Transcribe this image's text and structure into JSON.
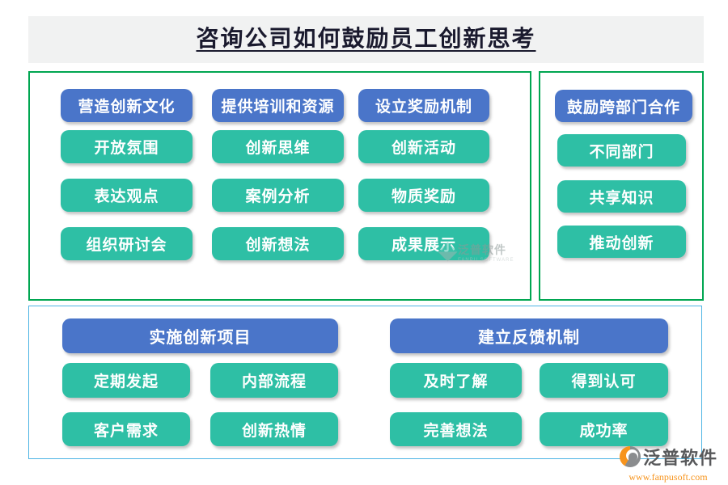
{
  "title": "咨询公司如何鼓励员工创新思考",
  "top_left_panel": {
    "columns": [
      {
        "header": "营造创新文化",
        "items": [
          "开放氛围",
          "表达观点",
          "组织研讨会"
        ]
      },
      {
        "header": "提供培训和资源",
        "items": [
          "创新思维",
          "案例分析",
          "创新想法"
        ]
      },
      {
        "header": "设立奖励机制",
        "items": [
          "创新活动",
          "物质奖励",
          "成果展示"
        ]
      }
    ]
  },
  "top_right_panel": {
    "header": "鼓励跨部门合作",
    "items": [
      "不同部门",
      "共享知识",
      "推动创新"
    ]
  },
  "bottom_panel": {
    "sections": [
      {
        "header": "实施创新项目",
        "items": [
          "定期发起",
          "内部流程",
          "客户需求",
          "创新热情"
        ]
      },
      {
        "header": "建立反馈机制",
        "items": [
          "及时了解",
          "得到认可",
          "完善想法",
          "成功率"
        ]
      }
    ]
  },
  "watermark": {
    "text": "泛普软件",
    "subtext": "FANPU SOFTWARE"
  },
  "brand": {
    "logo_text": "泛普软件",
    "website": "www.fanpusoft.com"
  },
  "colors": {
    "header_node_blue": "#4a75c9",
    "item_node_teal": "#2ebfa5",
    "panel_border_green": "#00a651",
    "panel_border_blue": "#4cb4e4",
    "title_color": "#1a1a2e",
    "title_band_bg": "#f1f2f2",
    "brand_orange": "#f7941d",
    "brand_gray": "#58595b"
  }
}
